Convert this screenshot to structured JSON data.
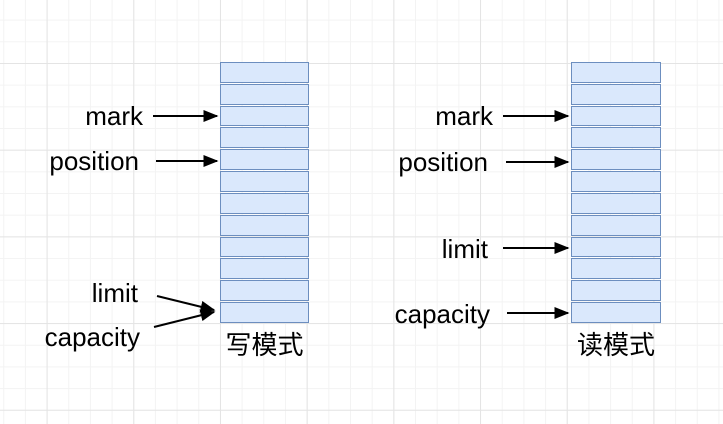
{
  "colors": {
    "cell_fill": "#dae8fc",
    "cell_border": "#6c8ebf",
    "arrow": "#000000",
    "grid_major": "#e4e4e4",
    "grid_minor": "#f3f3f3"
  },
  "buffers": {
    "write": {
      "mode_label": "写模式",
      "cell_count": 12,
      "pointers": {
        "mark": {
          "label": "mark",
          "row": 3
        },
        "position": {
          "label": "position",
          "row": 5
        },
        "limit": {
          "label": "limit",
          "row": 12
        },
        "capacity": {
          "label": "capacity",
          "row": 12
        }
      }
    },
    "read": {
      "mode_label": "读模式",
      "cell_count": 12,
      "pointers": {
        "mark": {
          "label": "mark",
          "row": 3
        },
        "position": {
          "label": "position",
          "row": 5
        },
        "limit": {
          "label": "limit",
          "row": 9
        },
        "capacity": {
          "label": "capacity",
          "row": 12
        }
      }
    }
  }
}
